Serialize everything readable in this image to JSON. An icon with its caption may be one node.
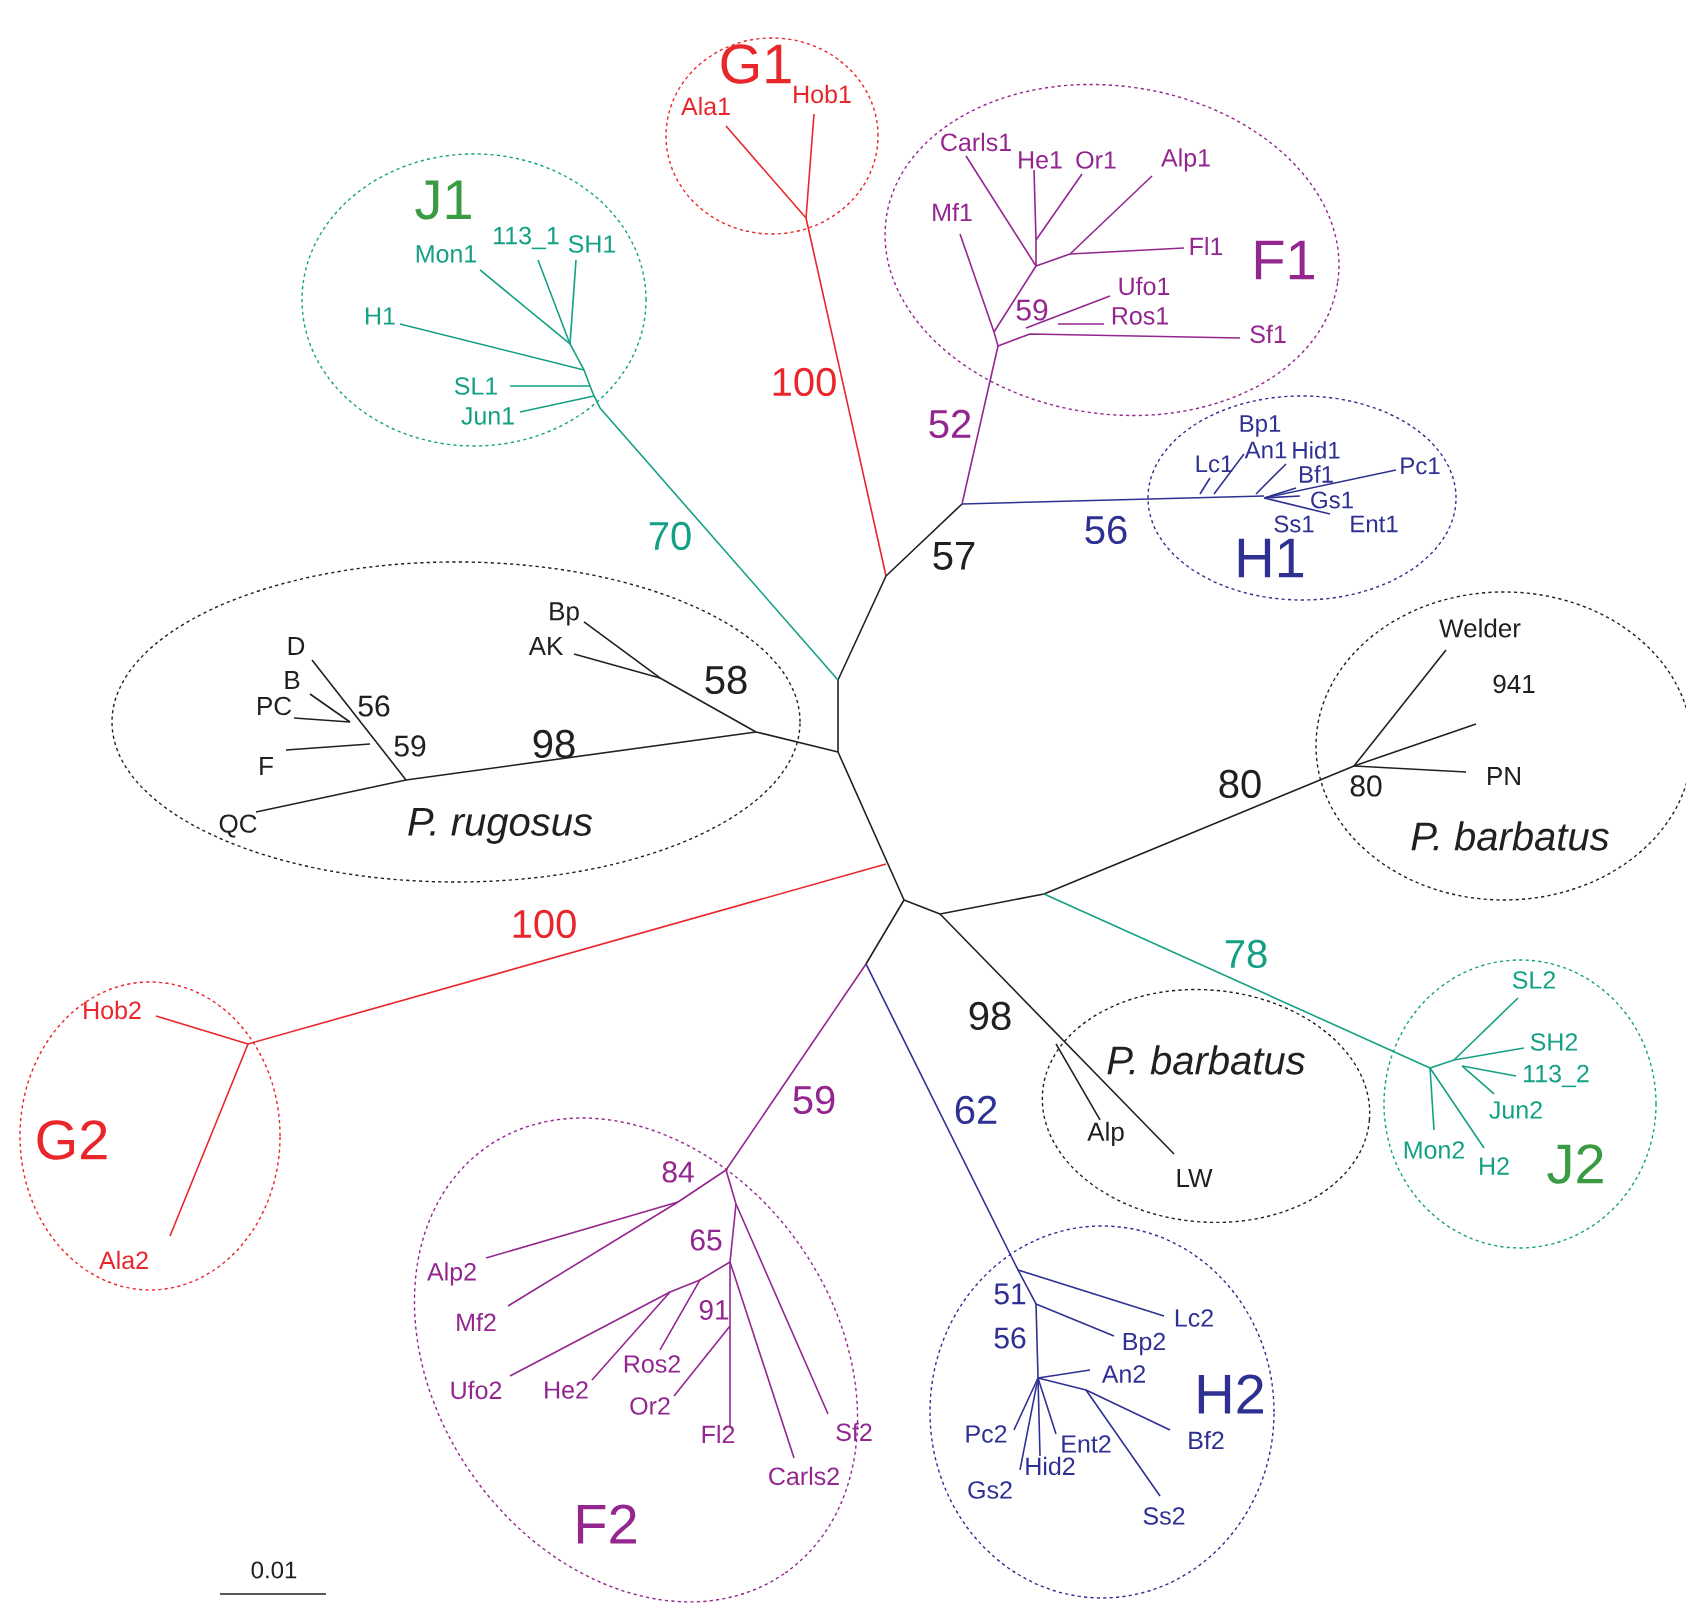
{
  "diagram": {
    "nodes": [
      {
        "text": [
          "G1"
        ]
      },
      {
        "text": [
          "Ala1"
        ],
        "in": 0
      },
      {
        "text": [
          "Hob1"
        ],
        "in": 0
      },
      {
        "text": [
          "J1"
        ]
      },
      {
        "text": [
          "Mon1"
        ],
        "in": 3
      },
      {
        "text": [
          "113_1"
        ],
        "in": 3
      },
      {
        "text": [
          "SH1"
        ],
        "in": 3
      },
      {
        "text": [
          "H1"
        ],
        "in": 3
      },
      {
        "text": [
          "SL1"
        ],
        "in": 3
      },
      {
        "text": [
          "Jun1"
        ],
        "in": 3
      },
      {
        "text": [
          "F1"
        ]
      },
      {
        "text": [
          "Carls1"
        ],
        "in": 10
      },
      {
        "text": [
          "He1"
        ],
        "in": 10
      },
      {
        "text": [
          "Or1"
        ],
        "in": 10
      },
      {
        "text": [
          "Alp1"
        ],
        "in": 10
      },
      {
        "text": [
          "Mf1"
        ],
        "in": 10
      },
      {
        "text": [
          "Fl1"
        ],
        "in": 10
      },
      {
        "text": [
          "Ufo1"
        ],
        "in": 10
      },
      {
        "text": [
          "Ros1"
        ],
        "in": 10
      },
      {
        "text": [
          "Sf1"
        ],
        "in": 10
      },
      {
        "text": [
          "H1"
        ]
      },
      {
        "text": [
          "Bp1"
        ],
        "in": 20
      },
      {
        "text": [
          "Lc1"
        ],
        "in": 20
      },
      {
        "text": [
          "An1"
        ],
        "in": 20
      },
      {
        "text": [
          "Hid1"
        ],
        "in": 20
      },
      {
        "text": [
          "Bf1"
        ],
        "in": 20
      },
      {
        "text": [
          "Pc1"
        ],
        "in": 20
      },
      {
        "text": [
          "Gs1"
        ],
        "in": 20
      },
      {
        "text": [
          "Ss1"
        ],
        "in": 20
      },
      {
        "text": [
          "Ent1"
        ],
        "in": 20
      },
      {
        "text": [
          "P. rugosus"
        ]
      },
      {
        "text": [
          "Bp"
        ],
        "in": 30
      },
      {
        "text": [
          "AK"
        ],
        "in": 30
      },
      {
        "text": [
          "D"
        ],
        "in": 30
      },
      {
        "text": [
          "B"
        ],
        "in": 30
      },
      {
        "text": [
          "PC"
        ],
        "in": 30
      },
      {
        "text": [
          "F"
        ],
        "in": 30
      },
      {
        "text": [
          "QC"
        ],
        "in": 30
      },
      {
        "text": [
          "P. barbatus"
        ]
      },
      {
        "text": [
          "Welder"
        ],
        "in": 38
      },
      {
        "text": [
          "941"
        ],
        "in": 38
      },
      {
        "text": [
          "PN"
        ],
        "in": 38
      },
      {
        "text": [
          "G2"
        ]
      },
      {
        "text": [
          "Hob2"
        ],
        "in": 42
      },
      {
        "text": [
          "Ala2"
        ],
        "in": 42
      },
      {
        "text": [
          "P. barbatus"
        ]
      },
      {
        "text": [
          "Alp"
        ],
        "in": 45
      },
      {
        "text": [
          "LW"
        ],
        "in": 45
      },
      {
        "text": [
          "J2"
        ]
      },
      {
        "text": [
          "SL2"
        ],
        "in": 48
      },
      {
        "text": [
          "SH2"
        ],
        "in": 48
      },
      {
        "text": [
          "113_2"
        ],
        "in": 48
      },
      {
        "text": [
          "Jun2"
        ],
        "in": 48
      },
      {
        "text": [
          "Mon2"
        ],
        "in": 48
      },
      {
        "text": [
          "H2"
        ],
        "in": 48
      },
      {
        "text": [
          "F2"
        ]
      },
      {
        "text": [
          "Alp2"
        ],
        "in": 55
      },
      {
        "text": [
          "Mf2"
        ],
        "in": 55
      },
      {
        "text": [
          "Ufo2"
        ],
        "in": 55
      },
      {
        "text": [
          "He2"
        ],
        "in": 55
      },
      {
        "text": [
          "Ros2"
        ],
        "in": 55
      },
      {
        "text": [
          "Or2"
        ],
        "in": 55
      },
      {
        "text": [
          "Fl2"
        ],
        "in": 55
      },
      {
        "text": [
          "Carls2"
        ],
        "in": 55
      },
      {
        "text": [
          "Sf2"
        ],
        "in": 55
      },
      {
        "text": [
          "H2"
        ]
      },
      {
        "text": [
          "Lc2"
        ],
        "in": 65
      },
      {
        "text": [
          "Bp2"
        ],
        "in": 65
      },
      {
        "text": [
          "An2"
        ],
        "in": 65
      },
      {
        "text": [
          "Bf2"
        ],
        "in": 65
      },
      {
        "text": [
          "Ss2"
        ],
        "in": 65
      },
      {
        "text": [
          "Pc2"
        ],
        "in": 65
      },
      {
        "text": [
          "Gs2"
        ],
        "in": 65
      },
      {
        "text": [
          "Hid2"
        ],
        "in": 65
      },
      {
        "text": [
          "Ent2"
        ],
        "in": 65
      }
    ],
    "labels": [
      "59",
      "100",
      "52",
      "56",
      "70",
      "57",
      "58",
      "56",
      "98",
      "59",
      "80",
      "80",
      "100",
      "78",
      "98",
      "59",
      "62",
      "84",
      "65",
      "51",
      "91",
      "56",
      "0.01"
    ]
  }
}
